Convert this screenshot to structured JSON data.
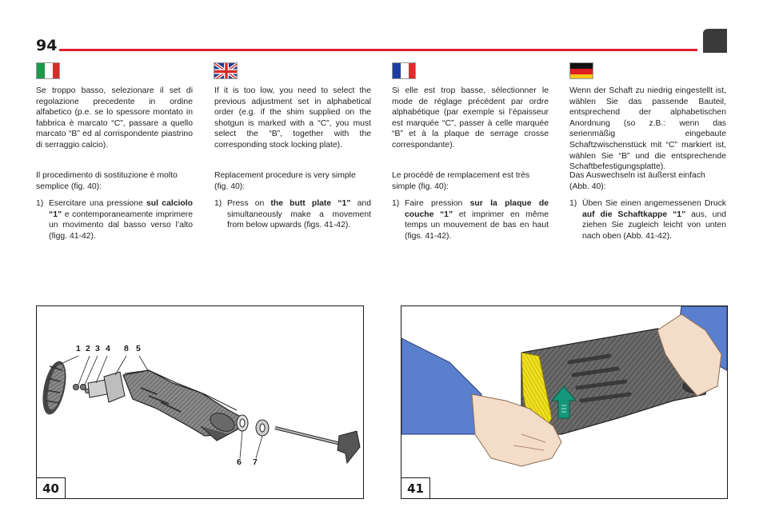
{
  "header": {
    "page_number": "94",
    "rule_color": "#e0202e"
  },
  "columns": [
    {
      "language": "italian",
      "flag_icon": "italy-flag-icon",
      "intro": "Se troppo basso, selezionare il set di regolazione precedente in ordine alfabetico (p.e. se lo spessore montato in fabbrica è marcato “C”, passare a quello marcato “B” ed al corrispondente piastrino di serraggio calcio).",
      "procedure": "Il procedimento di sostituzione è molto semplice (fig. 40):",
      "step_number": "1)",
      "step_before": "Esercitare una pressione ",
      "step_bold": "sul calciolo “1”",
      "step_after": " e contemporaneamente imprimere un movimento dal basso verso l’alto (figg. 41-42)."
    },
    {
      "language": "english",
      "flag_icon": "uk-flag-icon",
      "intro": "If it is too low, you need to select the previous adjustment set in alphabetical order (e.g. if the shim supplied on the shotgun is marked with a “C”, you must select the “B”, together with the corresponding stock locking plate).",
      "procedure": "Replacement procedure is very simple (fig. 40):",
      "step_number": "1)",
      "step_before": "Press on ",
      "step_bold": "the butt plate “1”",
      "step_after": " and simultaneously make a movement from below upwards (figs. 41-42)."
    },
    {
      "language": "french",
      "flag_icon": "france-flag-icon",
      "intro": "Si elle est trop basse, sélectionner le mode de réglage précédent par ordre alphabétique (par exemple si l’épaisseur est marquée “C”, passer à celle marquée “B” et à la plaque de serrage crosse correspondante).",
      "procedure": "Le procédé de remplacement est très simple (fig. 40):",
      "step_number": "1)",
      "step_before": "Faire pression ",
      "step_bold": "sur la plaque de couche “1”",
      "step_after": " et imprimer en même temps un mouvement de bas en haut (figs. 41-42)."
    },
    {
      "language": "german",
      "flag_icon": "germany-flag-icon",
      "intro": "Wenn der Schaft zu niedrig eingestellt ist, wählen Sie das passende Bauteil, entsprechend der alphabetischen Anordnung (so z.B.: wenn das serienmäßig eingebaute Schaftzwischenstück mit “C” markiert ist, wählen Sie “B” und die entsprechende Schaftbefestigungsplatte).",
      "procedure": "Das Auswechseln ist äußerst einfach (Abb. 40):",
      "step_number": "1)",
      "step_before": "Üben Sie einen angemessenen Druck ",
      "step_bold": "auf die Schaftkappe “1”",
      "step_after": " aus, und ziehen Sie zugleich leicht von unten nach oben (Abb. 41-42)."
    }
  ],
  "figures": {
    "fig40": {
      "number": "40",
      "callouts_top": [
        "1",
        "2",
        "3",
        "4",
        "8",
        "5"
      ],
      "callouts_bottom": [
        "6",
        "7"
      ]
    },
    "fig41": {
      "number": "41"
    }
  },
  "colors": {
    "accent_red": "#e0202e",
    "stock_gray": "#5c5c5c",
    "butt_plate_yellow": "#f0e020",
    "arrow_teal": "#14967a",
    "sleeve_blue": "#5b7fcf",
    "skin": "#f3dcc8"
  }
}
